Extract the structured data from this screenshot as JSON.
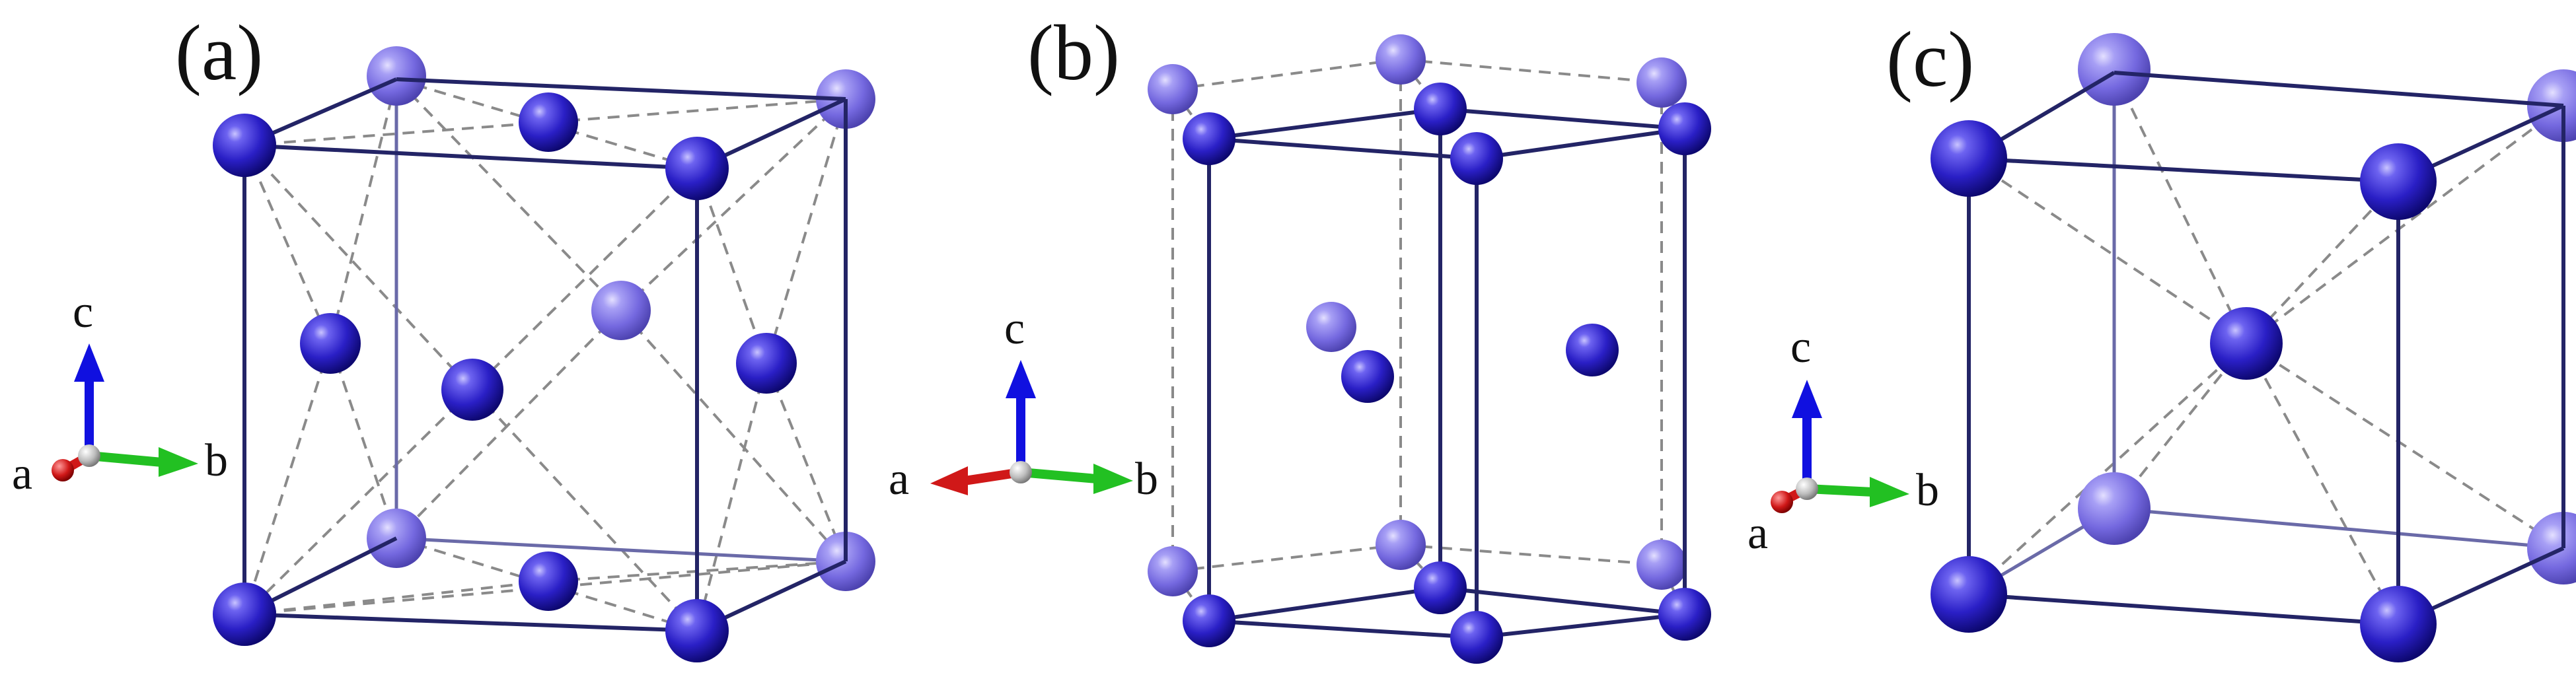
{
  "panels": [
    {
      "label": "(a)",
      "axes": {
        "c": "c",
        "a": "a",
        "b": "b"
      }
    },
    {
      "label": "(b)",
      "axes": {
        "c": "c",
        "a": "a",
        "b": "b"
      }
    },
    {
      "label": "(c)",
      "axes": {
        "c": "c",
        "a": "a",
        "b": "b"
      }
    }
  ],
  "colors": {
    "atom_front": "#1c14b8",
    "atom_back": "#7a6ee0",
    "edge_front": "#232466",
    "edge_back": "#6a6aa8",
    "dashed": "#8a8a8a",
    "axis_c": "#1010e0",
    "axis_b": "#22c022",
    "axis_a": "#d01818",
    "axis_origin": "#bdbdbd"
  }
}
